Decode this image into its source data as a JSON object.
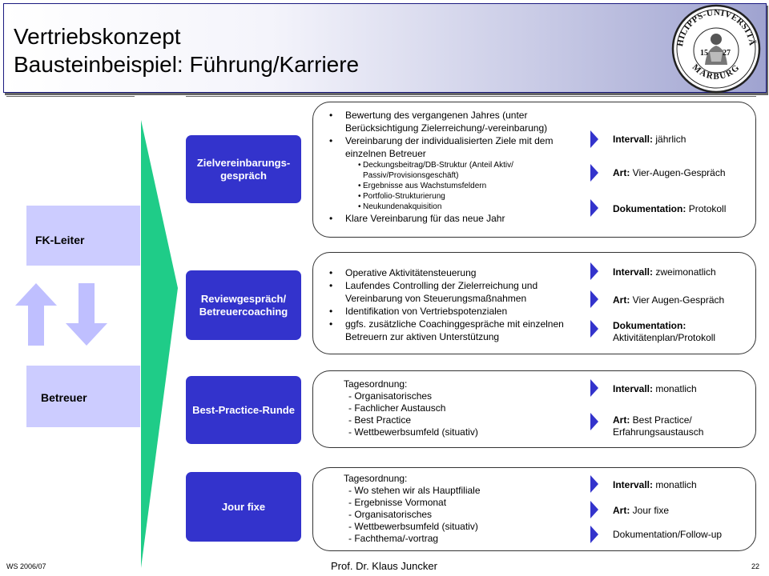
{
  "title": {
    "line1": "Vertriebskonzept",
    "line2": "Bausteinbeispiel: Führung/Karriere"
  },
  "seal": {
    "text_top": "PHILIPPS-UNIVERSITÄT",
    "text_bottom": "MARBURG",
    "year_left": "15",
    "year_right": "27"
  },
  "roles": {
    "upper": "FK-Leiter",
    "lower": "Betreuer"
  },
  "stages": [
    {
      "label": "Zielvereinbarungs-gespräch",
      "content": {
        "bullets": [
          "Bewertung des vergangenen Jahres (unter Berücksichtigung Zielerreichung/-vereinbarung)",
          "Vereinbarung der individualisierten Ziele mit dem einzelnen Betreuer"
        ],
        "sub_bullets": [
          "Deckungsbeitrag/DB-Struktur (Anteil Aktiv/ Passiv/Provisionsgeschäft)",
          "Ergebnisse aus Wachstumsfeldern",
          "Portfolio-Strukturierung",
          "Neukundenakquisition"
        ],
        "last_bullet": "Klare Vereinbarung für das neue Jahr"
      },
      "meta": [
        {
          "key": "Intervall:",
          "value": "jährlich"
        },
        {
          "key": "Art:",
          "value": "Vier-Augen-Gespräch"
        },
        {
          "key": "Dokumentation:",
          "value": "Protokoll"
        }
      ]
    },
    {
      "label": "Reviewgespräch/ Betreuercoaching",
      "content": {
        "bullets": [
          "Operative Aktivitätensteuerung",
          "Laufendes Controlling der Zielerreichung und Vereinbarung von Steuerungsmaßnahmen",
          "Identifikation von Vertriebspotenzialen",
          "ggfs. zusätzliche Coachinggespräche mit einzelnen Betreuern zur aktiven Unterstützung"
        ]
      },
      "meta": [
        {
          "key": "Intervall:",
          "value": "zweimonatlich"
        },
        {
          "key": "Art:",
          "value": "Vier Augen-Gespräch"
        },
        {
          "key": "Dokumentation:",
          "value": "Aktivitätenplan/Protokoll"
        }
      ]
    },
    {
      "label": "Best-Practice-Runde",
      "content": {
        "heading": "Tagesordnung:",
        "items": [
          "- Organisatorisches",
          "- Fachlicher Austausch",
          "- Best Practice",
          "- Wettbewerbsumfeld (situativ)"
        ]
      },
      "meta": [
        {
          "key": "Intervall:",
          "value": "monatlich"
        },
        {
          "key": "Art:",
          "value": "Best Practice/ Erfahrungsaustausch"
        }
      ]
    },
    {
      "label": "Jour fixe",
      "content": {
        "heading": "Tagesordnung:",
        "items": [
          "- Wo stehen wir als Hauptfiliale",
          "- Ergebnisse Vormonat",
          "- Organisatorisches",
          "- Wettbewerbsumfeld (situativ)",
          "- Fachthema/-vortrag"
        ]
      },
      "meta": [
        {
          "key": "Intervall:",
          "value": "monatlich"
        },
        {
          "key": "Art:",
          "value": "Jour fixe"
        },
        {
          "key": "",
          "value": "Dokumentation/Follow-up"
        }
      ]
    }
  ],
  "footer": {
    "left": "WS 2006/07",
    "center": "Prof. Dr. Klaus Juncker",
    "right": "22"
  },
  "colors": {
    "stage_fill": "#3333cc",
    "role_fill": "#ccccff",
    "wedge_fill": "#1fcc88",
    "arrow_fill": "#bfbfff",
    "chevron_fill": "#3333cc",
    "title_gradient_end": "#9fa3d0"
  }
}
